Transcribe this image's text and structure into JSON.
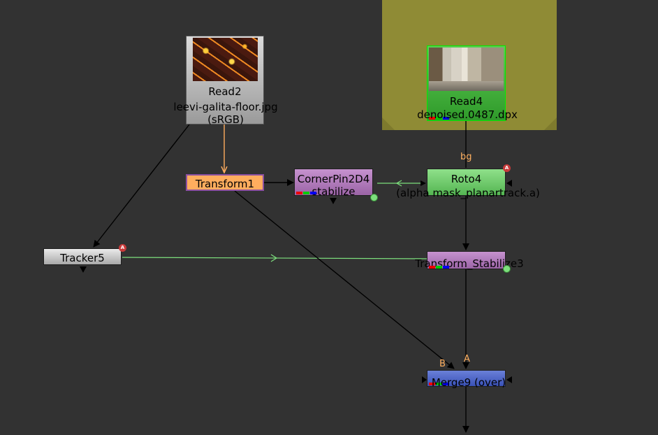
{
  "graph": {
    "backdrop_color": "#8f8b35",
    "nodes": {
      "read2": {
        "title": "Read2",
        "file": "leevi-galita-floor.jpg",
        "colorspace": "(sRGB)"
      },
      "read4": {
        "title": "Read4",
        "file": "denoised.0487.dpx"
      },
      "transform1": {
        "title": "Transform1"
      },
      "cornerpin": {
        "title": "CornerPin2D4",
        "sub": "stabilize"
      },
      "roto4": {
        "title": "Roto4",
        "sub": "(alpha mask_planartrack.a)"
      },
      "tracker5": {
        "title": "Tracker5"
      },
      "stabilize3": {
        "title": "Transform_Stabilize3"
      },
      "merge9": {
        "title": "Merge9 (over)"
      }
    },
    "inputs": {
      "bg": "bg",
      "a": "A",
      "b": "B"
    },
    "badges": {
      "roto4": "A",
      "tracker5": "A"
    },
    "colors": {
      "pipe": "#000000",
      "expression_link": "#7ddf7d",
      "selected_pipe": "#ffad5e",
      "input_label": "#ffb060"
    }
  }
}
